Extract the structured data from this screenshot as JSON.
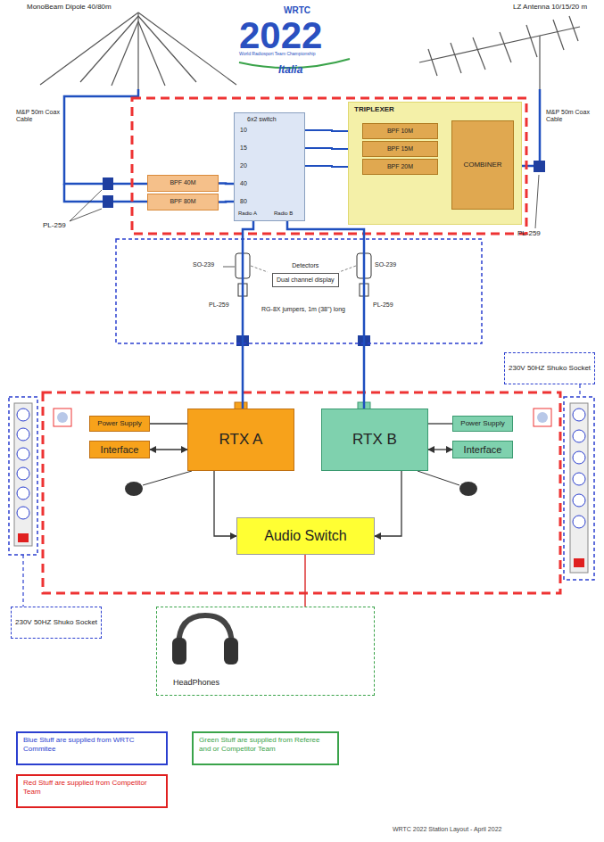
{
  "diagram": {
    "nodes": [
      {
        "text": [
          "BPF 40M"
        ]
      },
      {
        "text": [
          "BPF 80M"
        ]
      },
      {
        "text": [
          "6x2 switch",
          "10",
          "15",
          "20",
          "40",
          "80",
          "Radio A",
          "Radio B"
        ]
      },
      {
        "text": [
          "TRIPLEXER"
        ]
      },
      {
        "text": [
          "BPF 10M"
        ],
        "in": 3
      },
      {
        "text": [
          "BPF 15M"
        ],
        "in": 3
      },
      {
        "text": [
          "BPF 20M"
        ],
        "in": 3
      },
      {
        "text": [
          "COMBINER"
        ],
        "in": 3
      },
      {
        "text": [
          "Detectors",
          "Dual channel display"
        ]
      },
      {
        "text": [
          "Power Supply"
        ]
      },
      {
        "text": [
          "Interface"
        ]
      },
      {
        "text": [
          "RTX A"
        ]
      },
      {
        "text": [
          "RTX B"
        ]
      },
      {
        "text": [
          "Power Supply"
        ]
      },
      {
        "text": [
          "Interface"
        ]
      },
      {
        "text": [
          "Audio Switch"
        ]
      },
      {
        "text": [
          "HeadPhones"
        ]
      },
      {
        "text": [
          "230V 50HZ Shuko Socket"
        ]
      },
      {
        "text": [
          "230V 50HZ Shuko Socket"
        ]
      }
    ],
    "edges": [
      {
        "from": 0,
        "to": 2,
        "arrow": "none"
      },
      {
        "from": 1,
        "to": 2,
        "arrow": "none"
      },
      {
        "from": 2,
        "to": 4,
        "arrow": "none"
      },
      {
        "from": 2,
        "to": 5,
        "arrow": "none"
      },
      {
        "from": 2,
        "to": 6,
        "arrow": "none"
      },
      {
        "from": 4,
        "to": 7,
        "arrow": "none"
      },
      {
        "from": 5,
        "to": 7,
        "arrow": "none"
      },
      {
        "from": 6,
        "to": 7,
        "arrow": "none"
      },
      {
        "from": 2,
        "to": 11,
        "arrow": "none"
      },
      {
        "from": 2,
        "to": 12,
        "arrow": "none"
      },
      {
        "from": 9,
        "to": 11,
        "arrow": "none"
      },
      {
        "from": 10,
        "to": 11,
        "arrow": "both"
      },
      {
        "from": 13,
        "to": 12,
        "arrow": "none"
      },
      {
        "from": 14,
        "to": 12,
        "arrow": "both"
      },
      {
        "from": 11,
        "to": 15,
        "arrow": "to"
      },
      {
        "from": 12,
        "to": 15,
        "arrow": "to"
      },
      {
        "from": 15,
        "to": 16,
        "arrow": "none"
      }
    ],
    "labels": [
      "MonoBeam Dipole 40/80m",
      "LZ Antenna 10/15/20 m",
      "WRTC",
      "2022",
      "World Radiosport Team Championship",
      "Italia",
      "M&P 50m Coax Cable",
      "M&P 50m Coax Cable",
      "PL-259",
      "PL-259",
      "SO-239",
      "SO-239",
      "PL-259",
      "PL-259",
      "RG-8X jumpers, 1m (38\") long",
      "WRTC 2022 Station Layout - April 2022"
    ],
    "legend": [
      {
        "text": "Blue Stuff are supplied from WRTC Commitee",
        "color": "#2b3fcf"
      },
      {
        "text": "Green Stuff are supplied from Referee and or Competitor Team",
        "color": "#3aa34a"
      },
      {
        "text": "Red Stuff are supplied from Competitor Team",
        "color": "#e02020"
      }
    ]
  }
}
